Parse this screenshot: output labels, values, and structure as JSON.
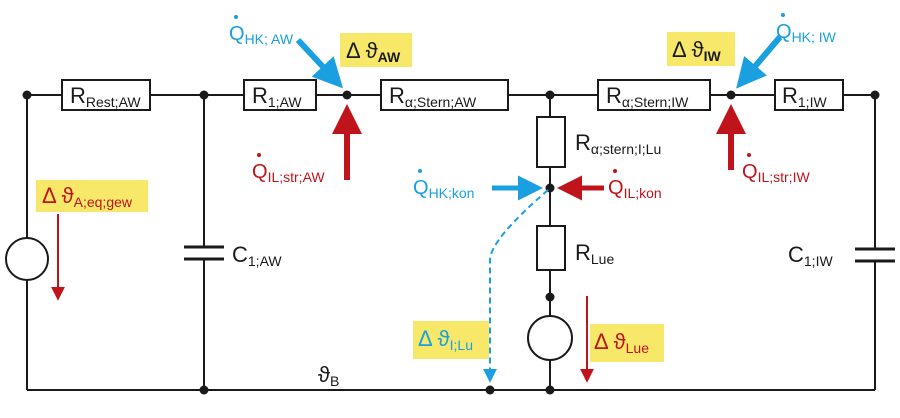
{
  "colors": {
    "wire": "#1a1a1a",
    "heat_hk": "#1aa0e0",
    "heat_il": "#c0141c",
    "highlight": "#f7e86a"
  },
  "resistors": {
    "r_rest_aw": {
      "main": "R",
      "sub": "Rest;AW"
    },
    "r_1_aw": {
      "main": "R",
      "sub": "1;AW"
    },
    "r_alpha_stern_aw": {
      "main": "R",
      "sub": "α;Stern;AW"
    },
    "r_alpha_stern_iw": {
      "main": "R",
      "sub": "α;Stern;IW"
    },
    "r_1_iw": {
      "main": "R",
      "sub": "1;IW"
    },
    "r_alpha_stern_i_lu": {
      "main": "R",
      "sub": "α;stern;I;Lu"
    },
    "r_lue": {
      "main": "R",
      "sub": "Lue"
    }
  },
  "capacitors": {
    "c_1_aw": {
      "main": "C",
      "sub": "1;AW"
    },
    "c_1_iw": {
      "main": "C",
      "sub": "1;IW"
    }
  },
  "heat_flows": {
    "q_hk_aw": {
      "main": "Q",
      "sub": "HK; AW"
    },
    "q_hk_iw": {
      "main": "Q",
      "sub": "HK; IW"
    },
    "q_il_str_aw": {
      "main": "Q",
      "sub": "IL;str;AW"
    },
    "q_il_str_iw": {
      "main": "Q",
      "sub": "IL;str;IW"
    },
    "q_hk_kon": {
      "main": "Q",
      "sub": "HK;kon"
    },
    "q_il_kon": {
      "main": "Q",
      "sub": "IL;kon"
    }
  },
  "temperatures": {
    "dt_aw": {
      "main": "Δ ϑ",
      "sub": "AW"
    },
    "dt_iw": {
      "main": "Δ ϑ",
      "sub": "IW"
    },
    "dt_a_eq_gew": {
      "main": "Δ ϑ",
      "sub": "A;eq;gew"
    },
    "dt_i_lu": {
      "main": "Δ ϑ",
      "sub": "I;Lu"
    },
    "dt_lue": {
      "main": "Δ ϑ",
      "sub": "Lue"
    },
    "theta_b": {
      "main": "ϑ",
      "sub": "B"
    }
  }
}
